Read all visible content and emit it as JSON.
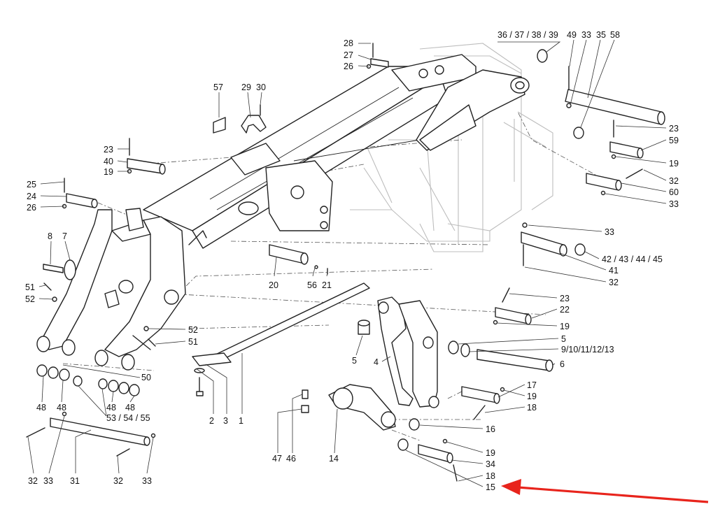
{
  "diagram": {
    "callouts": [
      {
        "id": "c1",
        "text": "28"
      },
      {
        "id": "c2",
        "text": "27"
      },
      {
        "id": "c3",
        "text": "26"
      },
      {
        "id": "c4",
        "text": "36 / 37 / 38 / 39"
      },
      {
        "id": "c5",
        "text": "49"
      },
      {
        "id": "c6",
        "text": "33"
      },
      {
        "id": "c7",
        "text": "35"
      },
      {
        "id": "c8",
        "text": "58"
      },
      {
        "id": "c9",
        "text": "57"
      },
      {
        "id": "c10",
        "text": "29"
      },
      {
        "id": "c11",
        "text": "30"
      },
      {
        "id": "c12",
        "text": "23"
      },
      {
        "id": "c13",
        "text": "40"
      },
      {
        "id": "c14",
        "text": "19"
      },
      {
        "id": "c15",
        "text": "25"
      },
      {
        "id": "c16",
        "text": "24"
      },
      {
        "id": "c17",
        "text": "26"
      },
      {
        "id": "c18",
        "text": "23"
      },
      {
        "id": "c19",
        "text": "59"
      },
      {
        "id": "c20",
        "text": "19"
      },
      {
        "id": "c21",
        "text": "32"
      },
      {
        "id": "c22",
        "text": "60"
      },
      {
        "id": "c23",
        "text": "33"
      },
      {
        "id": "c24",
        "text": "8"
      },
      {
        "id": "c25",
        "text": "7"
      },
      {
        "id": "c26",
        "text": "33"
      },
      {
        "id": "c27",
        "text": "42 / 43 / 44 / 45"
      },
      {
        "id": "c28",
        "text": "41"
      },
      {
        "id": "c29",
        "text": "32"
      },
      {
        "id": "c30",
        "text": "20"
      },
      {
        "id": "c31",
        "text": "56"
      },
      {
        "id": "c32",
        "text": "21"
      },
      {
        "id": "c33",
        "text": "51"
      },
      {
        "id": "c34",
        "text": "52"
      },
      {
        "id": "c35",
        "text": "23"
      },
      {
        "id": "c36",
        "text": "22"
      },
      {
        "id": "c37",
        "text": "19"
      },
      {
        "id": "c38",
        "text": "52"
      },
      {
        "id": "c39",
        "text": "51"
      },
      {
        "id": "c40",
        "text": "5"
      },
      {
        "id": "c41",
        "text": "9/10/11/12/13"
      },
      {
        "id": "c42",
        "text": "5"
      },
      {
        "id": "c43",
        "text": "4"
      },
      {
        "id": "c44",
        "text": "6"
      },
      {
        "id": "c45",
        "text": "50"
      },
      {
        "id": "c46",
        "text": "17"
      },
      {
        "id": "c47",
        "text": "19"
      },
      {
        "id": "c48",
        "text": "18"
      },
      {
        "id": "c49",
        "text": "48"
      },
      {
        "id": "c50",
        "text": "48"
      },
      {
        "id": "c51",
        "text": "48"
      },
      {
        "id": "c52",
        "text": "48"
      },
      {
        "id": "c53",
        "text": "53 / 54 / 55"
      },
      {
        "id": "c54",
        "text": "2"
      },
      {
        "id": "c55",
        "text": "3"
      },
      {
        "id": "c56",
        "text": "1"
      },
      {
        "id": "c57",
        "text": "16"
      },
      {
        "id": "c58",
        "text": "47"
      },
      {
        "id": "c59",
        "text": "46"
      },
      {
        "id": "c60",
        "text": "14"
      },
      {
        "id": "c61",
        "text": "19"
      },
      {
        "id": "c62",
        "text": "34"
      },
      {
        "id": "c63",
        "text": "18"
      },
      {
        "id": "c64",
        "text": "15"
      },
      {
        "id": "c65",
        "text": "32"
      },
      {
        "id": "c66",
        "text": "33"
      },
      {
        "id": "c67",
        "text": "31"
      },
      {
        "id": "c68",
        "text": "32"
      },
      {
        "id": "c69",
        "text": "33"
      }
    ],
    "highlight_color": "#e8241c",
    "highlighted_part": "15"
  }
}
